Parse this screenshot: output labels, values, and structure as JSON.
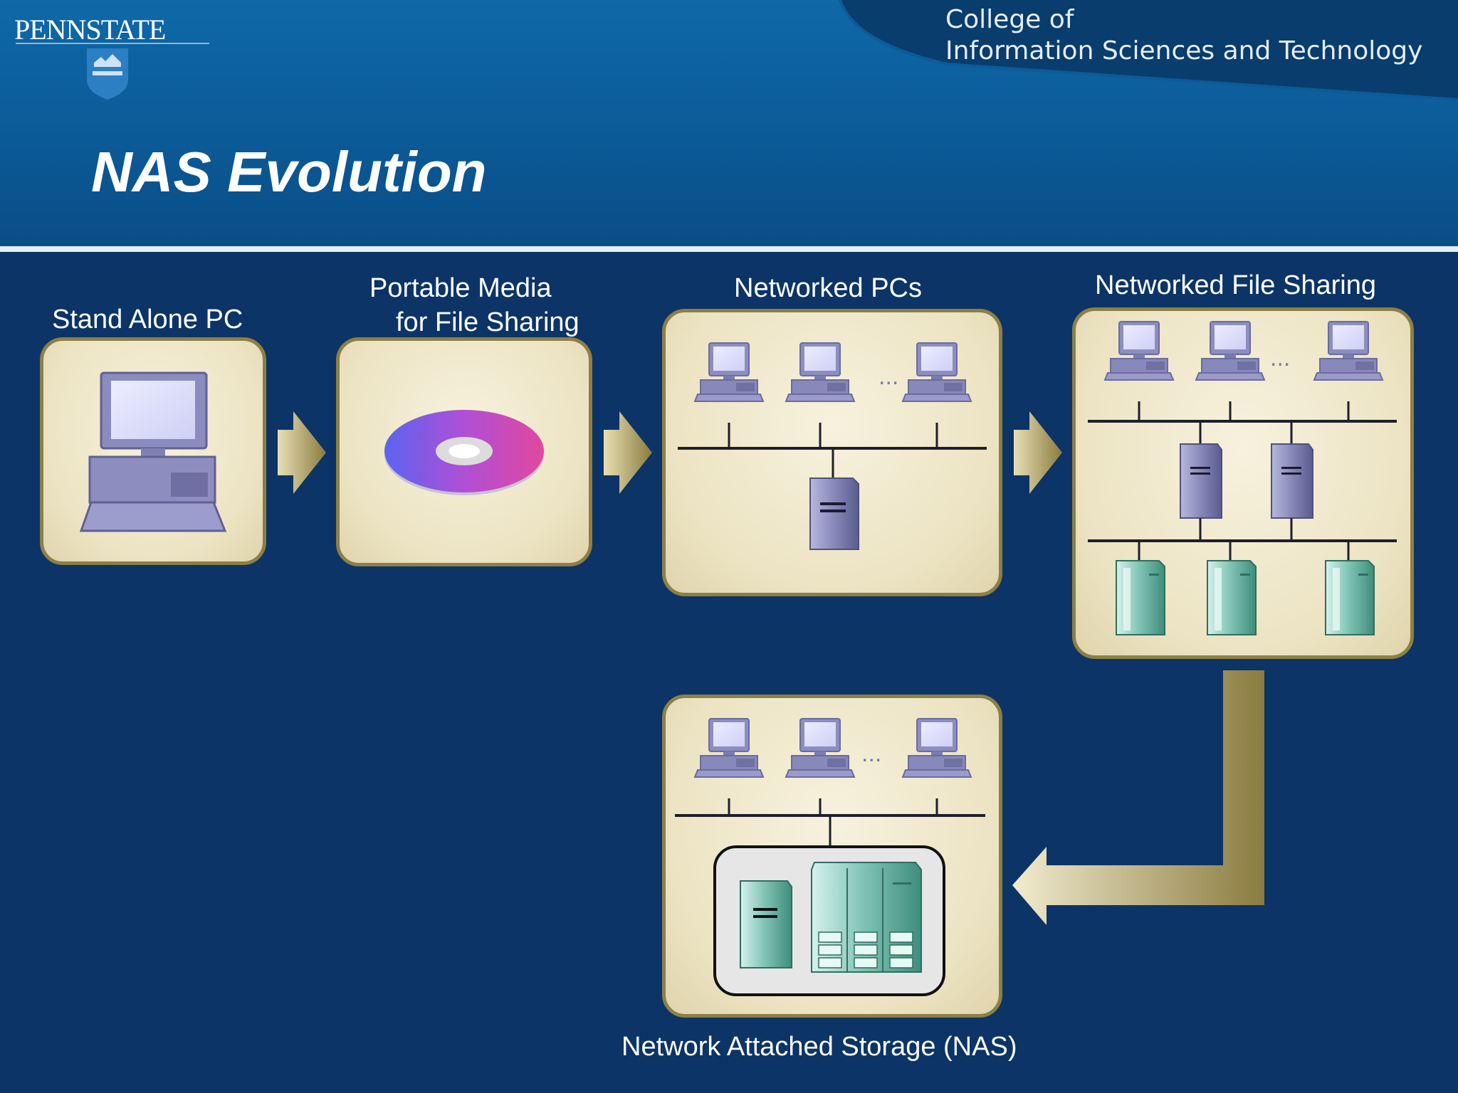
{
  "header": {
    "logo": "PENNSTATE",
    "college_line1": "College of",
    "college_line2": "Information Sciences and Technology"
  },
  "slide": {
    "title": "NAS Evolution"
  },
  "stages": {
    "standalone": {
      "label": "Stand Alone PC"
    },
    "portable": {
      "label_line1": "Portable Media",
      "label_line2": "for File Sharing"
    },
    "networked_pcs": {
      "label": "Networked PCs",
      "ellipsis": "..."
    },
    "file_sharing": {
      "label": "Networked File Sharing",
      "ellipsis": "..."
    },
    "nas": {
      "label": "Network Attached Storage (NAS)",
      "ellipsis": "..."
    }
  },
  "colors": {
    "background": "#0c3466",
    "header": "#0b5a97",
    "box_fill": "#ece3c2",
    "box_border": "#8d7f45",
    "arrow": "#9a8b4f"
  }
}
